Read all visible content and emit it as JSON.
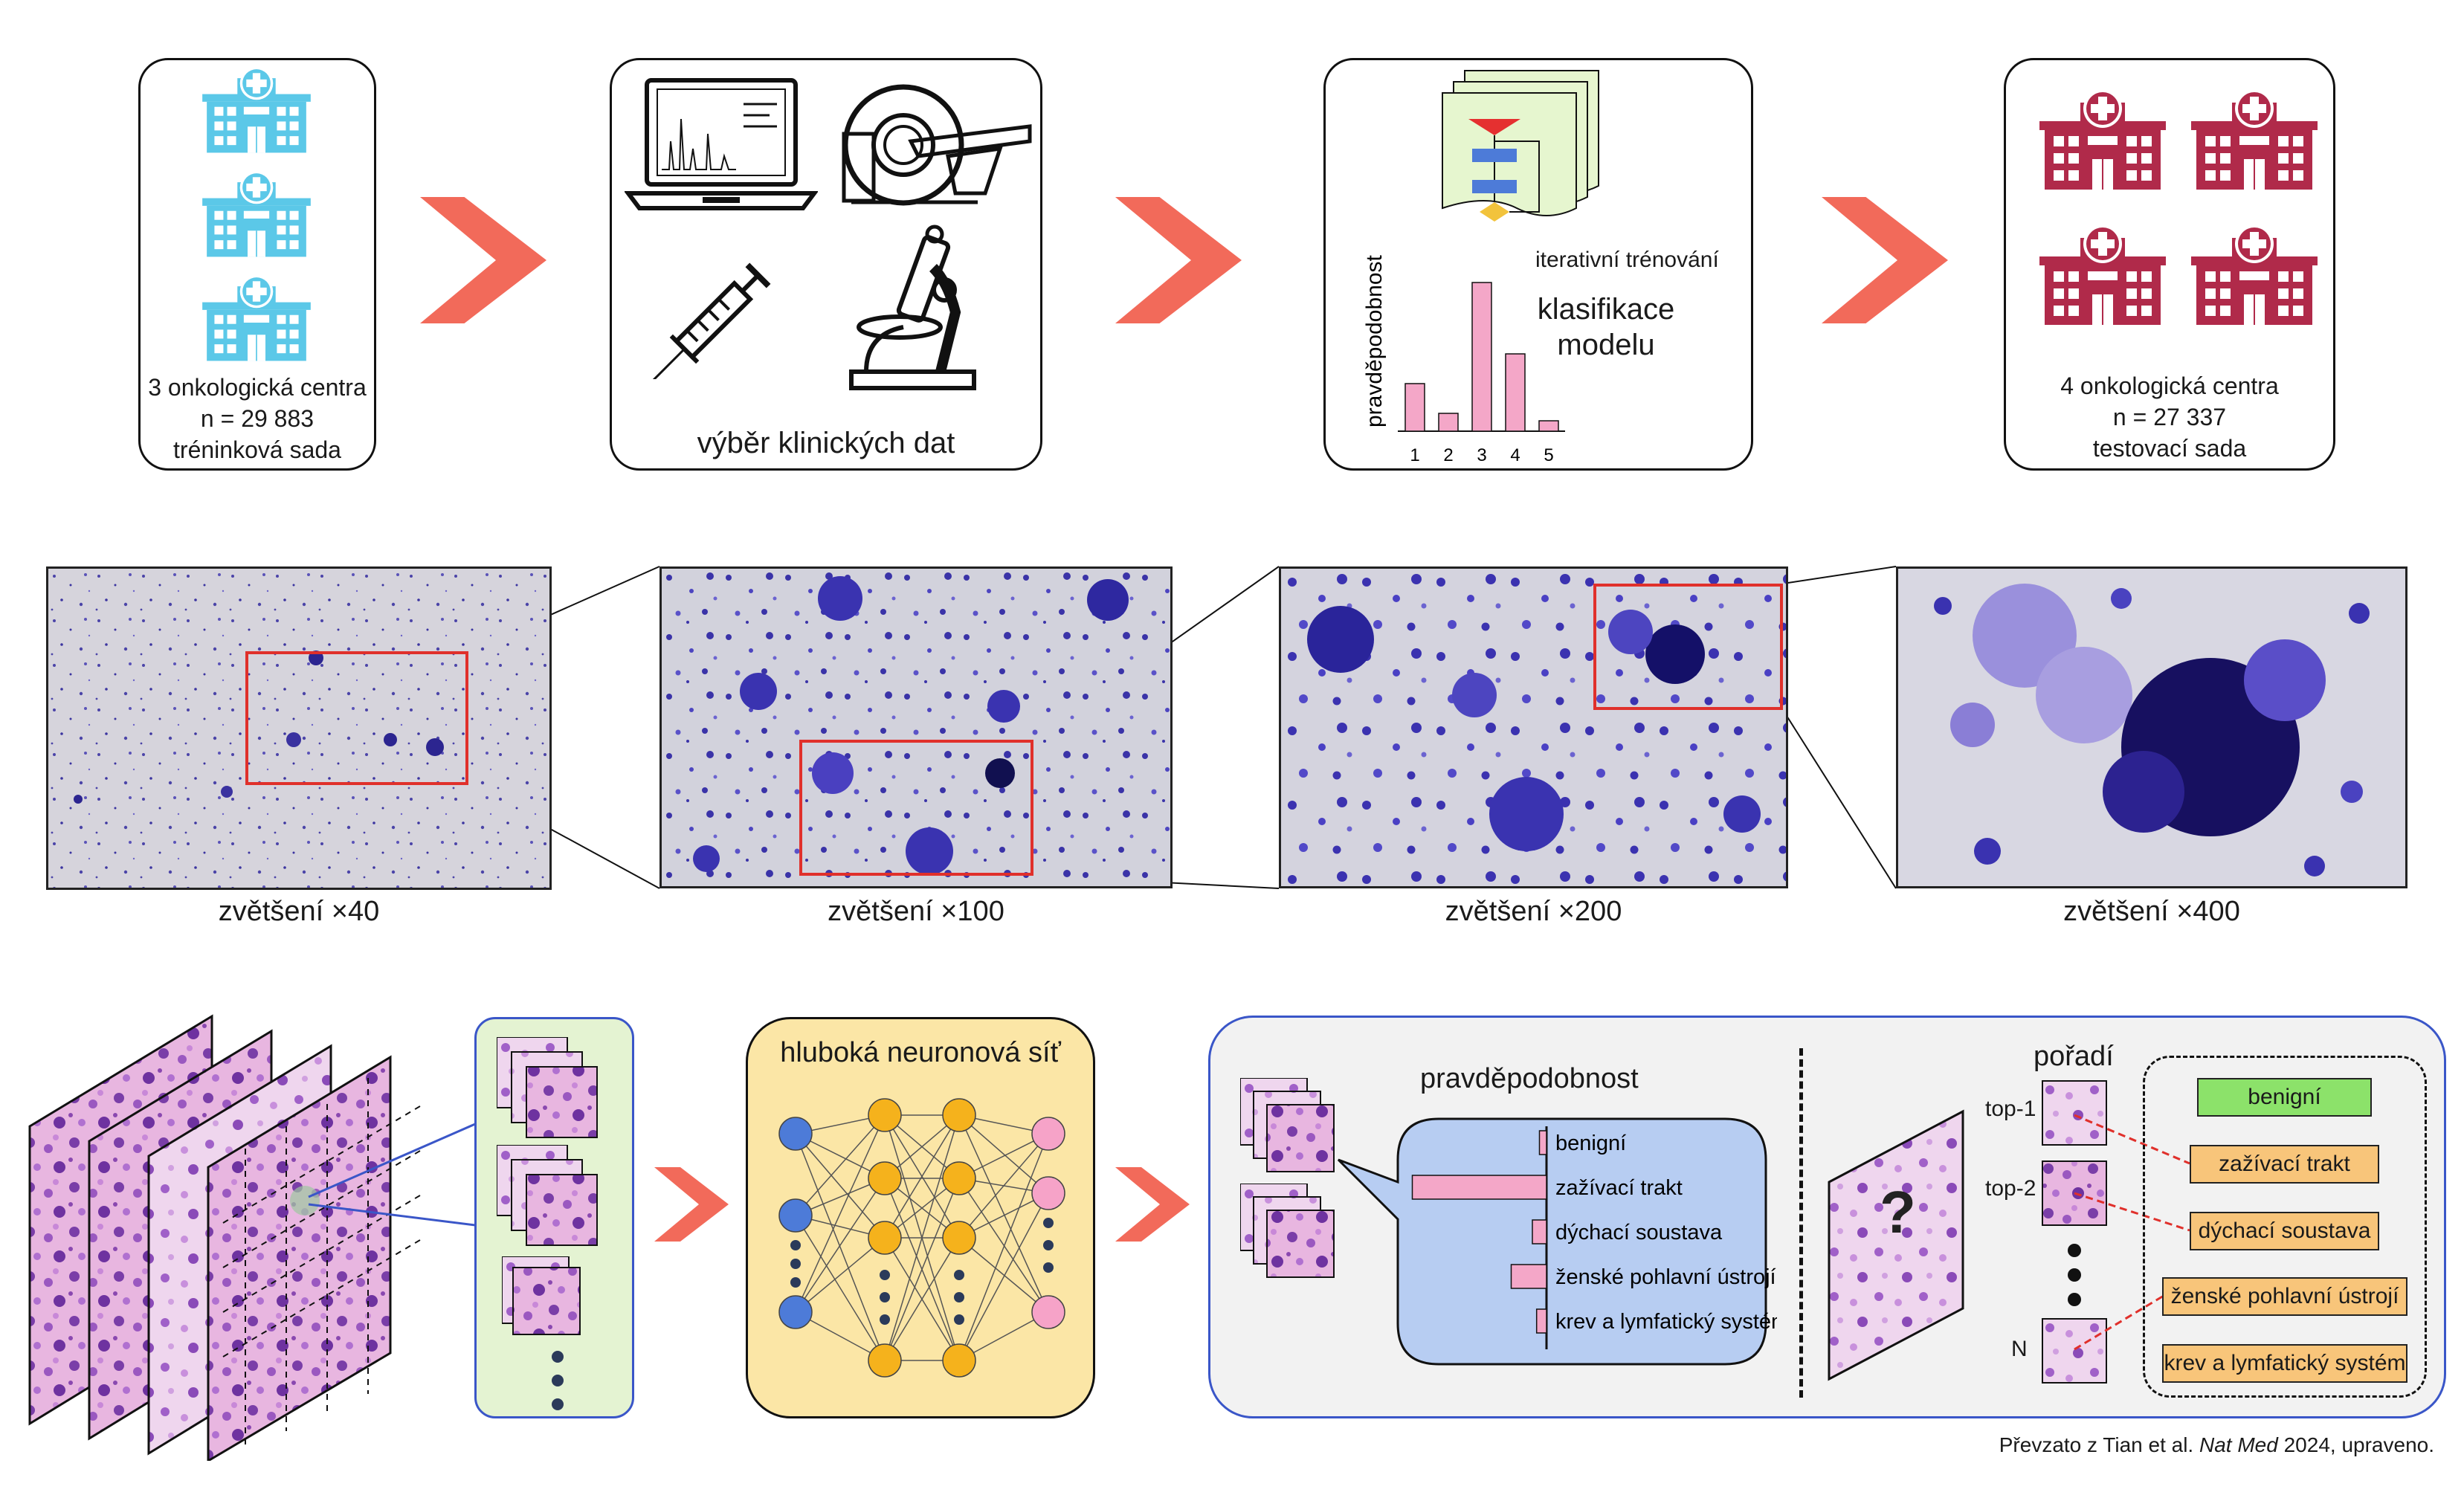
{
  "stage1": {
    "line1": "3 onkologická centra",
    "line2": "n = 29 883",
    "line3": "tréninková sada",
    "icon": "hospital-icon",
    "color": "#5bc8e8"
  },
  "stage2": {
    "caption": "výběr klinických dat",
    "icons": [
      "laptop-icon",
      "ct-scanner-icon",
      "syringe-icon",
      "microscope-icon"
    ]
  },
  "stage3": {
    "iter_label": "iterativní trénování",
    "class_label_1": "klasifikace",
    "class_label_2": "modelu",
    "chart_data": {
      "type": "bar",
      "categories": [
        "1",
        "2",
        "3",
        "4",
        "5"
      ],
      "values": [
        0.32,
        0.12,
        1.0,
        0.52,
        0.07
      ],
      "ylabel": "pravděpodobnost",
      "color": "#f4a7c8"
    }
  },
  "stage4": {
    "line1": "4 onkologická centra",
    "line2": "n = 27 337",
    "line3": "testovací sada",
    "icon": "hospital-icon",
    "color": "#b02a4a"
  },
  "magnifications": [
    "zvětšení ×40",
    "zvětšení ×100",
    "zvětšení ×200",
    "zvětšení ×400"
  ],
  "network": {
    "title": "hluboká neuronová síť"
  },
  "results": {
    "prob_title": "pravděpodobnost",
    "rank_title": "pořadí",
    "chart_data": {
      "type": "bar",
      "orientation": "horizontal",
      "categories": [
        "benigní",
        "zažívací trakt",
        "dýchací soustava",
        "ženské pohlavní ústrojí",
        "krev a lymfatický systém"
      ],
      "values": [
        0.05,
        0.95,
        0.1,
        0.25,
        0.07
      ],
      "color": "#f4a7c8"
    },
    "rank_labels": [
      "top-1",
      "top-2",
      "N"
    ],
    "question": "?",
    "tags": [
      {
        "label": "benigní",
        "color": "#8ce26a"
      },
      {
        "label": "zažívací trakt",
        "color": "#f8c57a"
      },
      {
        "label": "dýchací soustava",
        "color": "#f8c57a"
      },
      {
        "label": "ženské pohlavní ústrojí",
        "color": "#f8c57a"
      },
      {
        "label": "krev a lymfatický systém",
        "color": "#f8c57a"
      }
    ]
  },
  "source_prefix": "Převzato z Tian et al. ",
  "source_journal": "Nat Med",
  "source_suffix": " 2024, upraveno."
}
